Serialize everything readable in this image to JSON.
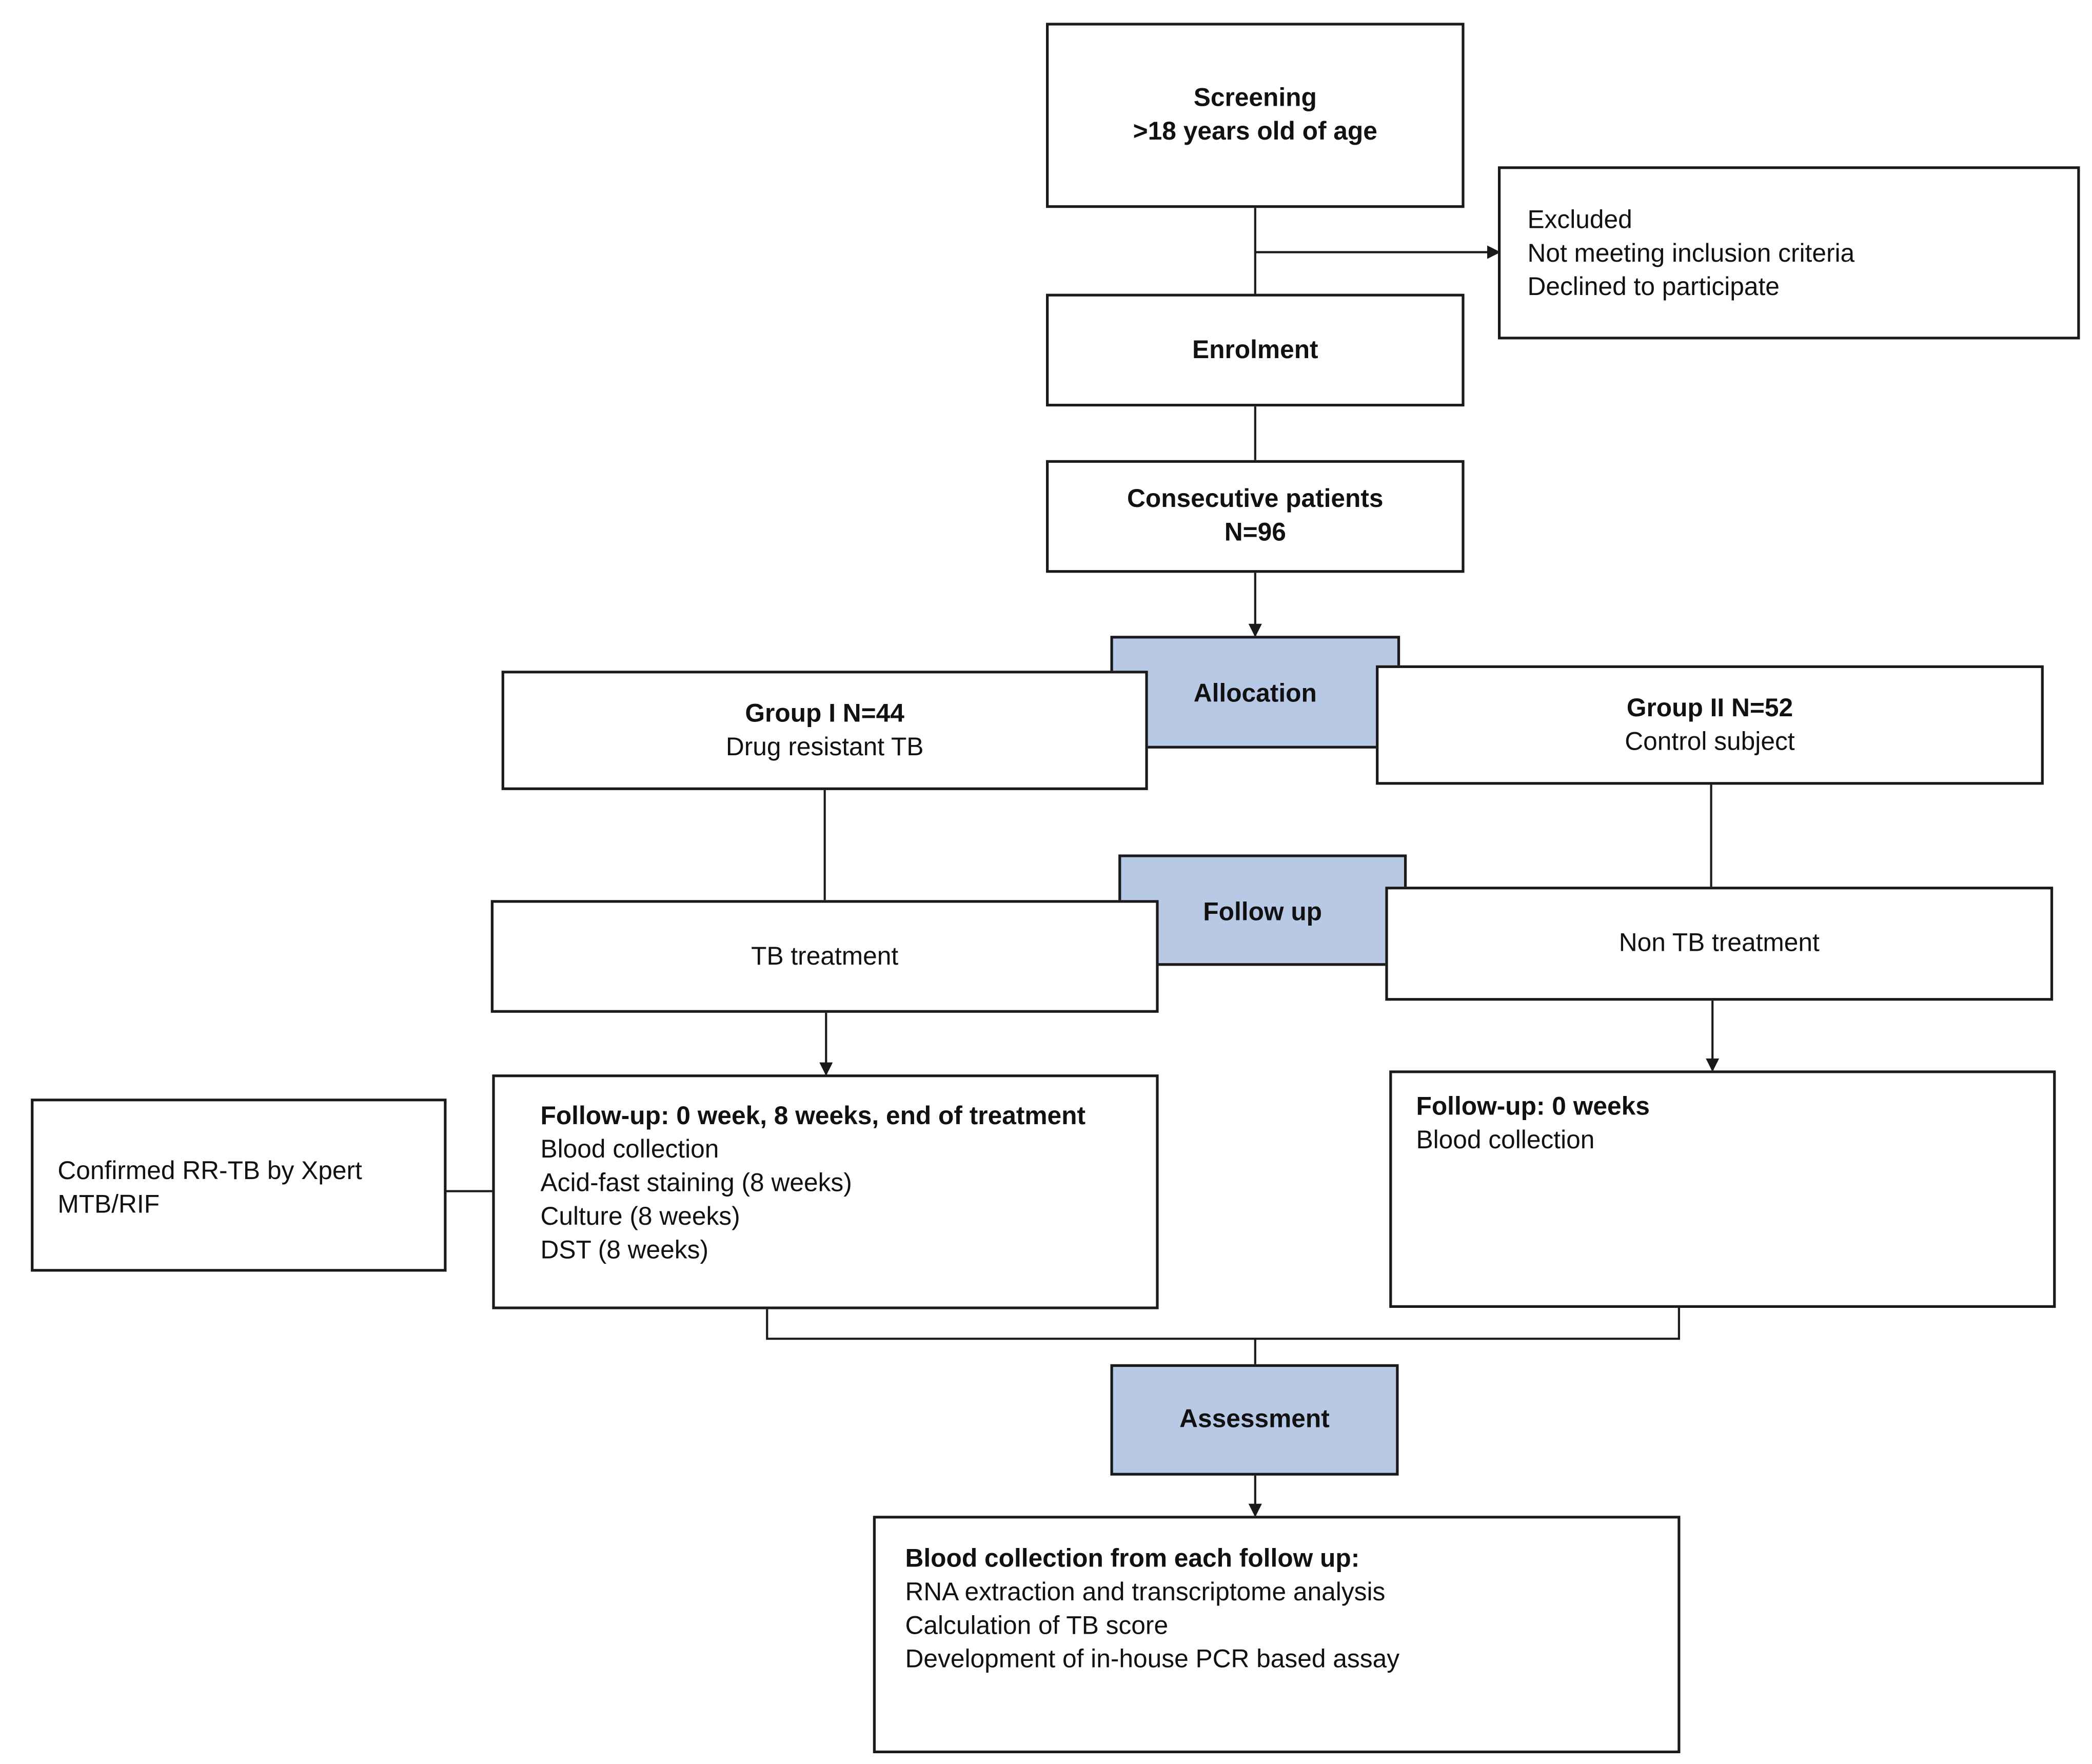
{
  "screening": {
    "line1": "Screening",
    "line2": ">18 years old of age"
  },
  "excluded": {
    "line1": "Excluded",
    "line2": "Not meeting inclusion criteria",
    "line3": "Declined to participate"
  },
  "enrolment": {
    "label": "Enrolment"
  },
  "consecutive": {
    "line1": "Consecutive patients",
    "line2": "N=96"
  },
  "allocation": {
    "label": "Allocation"
  },
  "group1": {
    "title": "Group I N=44",
    "subtitle": "Drug resistant TB"
  },
  "group2": {
    "title": "Group II N=52",
    "subtitle": "Control subject"
  },
  "followup_label": {
    "label": "Follow up"
  },
  "tb_treatment": {
    "label": "TB treatment"
  },
  "non_tb_treatment": {
    "label": "Non TB treatment"
  },
  "confirmed": {
    "line1": "Confirmed RR-TB by Xpert",
    "line2": "MTB/RIF"
  },
  "followup1": {
    "title": "Follow-up: 0 week, 8 weeks, end of treatment",
    "items": [
      "Blood collection",
      "Acid-fast staining (8 weeks)",
      "Culture (8 weeks)",
      "DST (8 weeks)"
    ]
  },
  "followup2": {
    "title": "Follow-up: 0 weeks",
    "items": [
      "Blood collection"
    ]
  },
  "assessment": {
    "label": "Assessment"
  },
  "blood_collection": {
    "title": "Blood collection from each follow up:",
    "items": [
      "RNA extraction and transcriptome analysis",
      "Calculation of TB score",
      "Development of in-house PCR based assay"
    ]
  },
  "colors": {
    "highlight_box": "#b8c9e6",
    "stroke": "#1a1a1a"
  }
}
